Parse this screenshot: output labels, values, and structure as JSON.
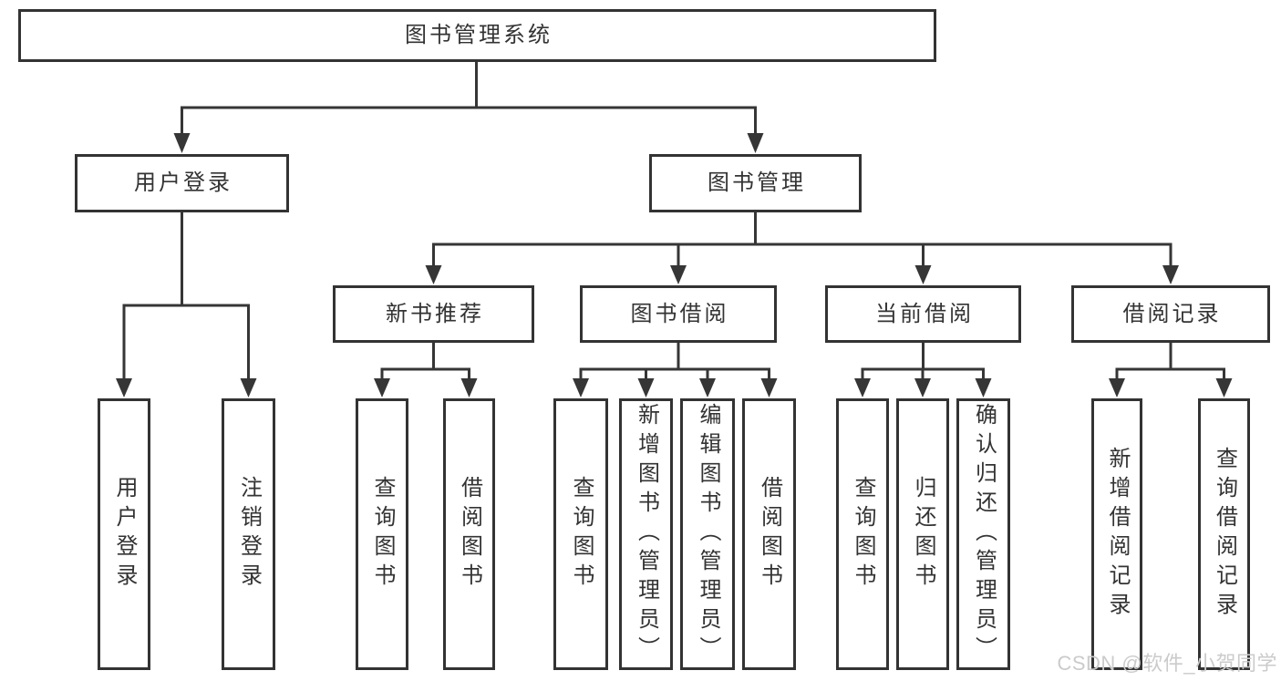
{
  "colors": {
    "background": "#ffffff",
    "line": "#363636",
    "box_border": "#333333",
    "text": "#333333",
    "watermark": "#cbcbcb"
  },
  "watermark": "CSDN @软件_小贺同学",
  "tree": {
    "label": "图书管理系统",
    "children": [
      {
        "label": "用户登录",
        "children": [
          {
            "label": "用户登录"
          },
          {
            "label": "注销登录"
          }
        ]
      },
      {
        "label": "图书管理",
        "children": [
          {
            "label": "新书推荐",
            "children": [
              {
                "label": "查询图书"
              },
              {
                "label": "借阅图书"
              }
            ]
          },
          {
            "label": "图书借阅",
            "children": [
              {
                "label": "查询图书"
              },
              {
                "label": "新增图书（管理员）"
              },
              {
                "label": "编辑图书（管理员）"
              },
              {
                "label": "借阅图书"
              }
            ]
          },
          {
            "label": "当前借阅",
            "children": [
              {
                "label": "查询图书"
              },
              {
                "label": "归还图书"
              },
              {
                "label": "确认归还（管理员）"
              }
            ]
          },
          {
            "label": "借阅记录",
            "children": [
              {
                "label": "新增借阅记录"
              },
              {
                "label": "查询借阅记录"
              }
            ]
          }
        ]
      }
    ]
  }
}
